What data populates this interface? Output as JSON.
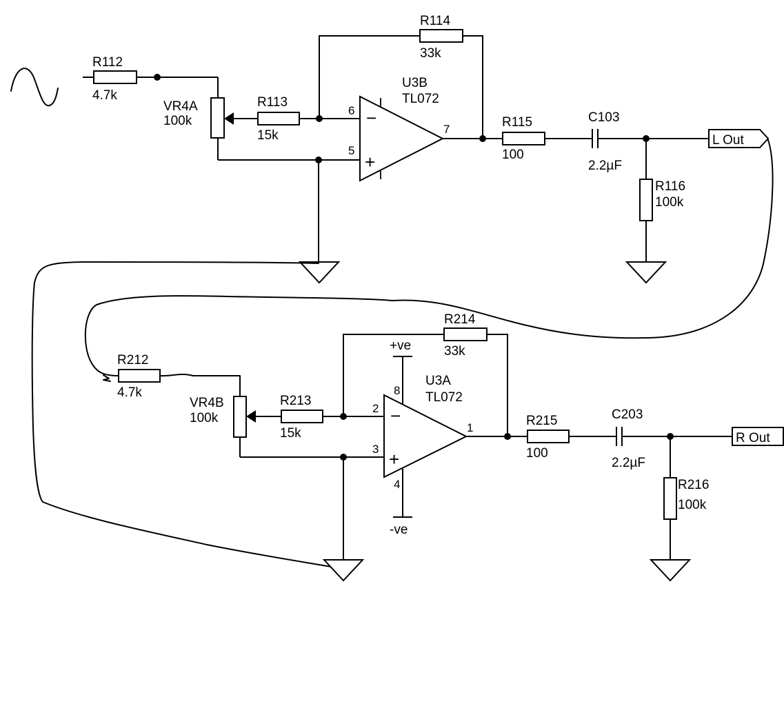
{
  "top_channel": {
    "r112": {
      "ref": "R112",
      "value": "4.7k"
    },
    "vr4a": {
      "ref": "VR4A",
      "value": "100k"
    },
    "r113": {
      "ref": "R113",
      "value": "15k"
    },
    "r114": {
      "ref": "R114",
      "value": "33k"
    },
    "u3b": {
      "ref": "U3B",
      "part": "TL072",
      "pin_inv": "6",
      "pin_noninv": "5",
      "pin_out": "7"
    },
    "r115": {
      "ref": "R115",
      "value": "100"
    },
    "c103": {
      "ref": "C103",
      "value": "2.2µF"
    },
    "r116": {
      "ref": "R116",
      "value": "100k"
    },
    "output": "L Out"
  },
  "bottom_channel": {
    "r212": {
      "ref": "R212",
      "value": "4.7k"
    },
    "vr4b": {
      "ref": "VR4B",
      "value": "100k"
    },
    "r213": {
      "ref": "R213",
      "value": "15k"
    },
    "r214": {
      "ref": "R214",
      "value": "33k"
    },
    "u3a": {
      "ref": "U3A",
      "part": "TL072",
      "pin_inv": "2",
      "pin_noninv": "3",
      "pin_out": "1",
      "pin_vpos": "8",
      "pin_vneg": "4"
    },
    "supply_pos": "+ve",
    "supply_neg": "-ve",
    "r215": {
      "ref": "R215",
      "value": "100"
    },
    "c203": {
      "ref": "C203",
      "value": "2.2µF"
    },
    "r216": {
      "ref": "R216",
      "value": "100k"
    },
    "output": "R Out"
  },
  "opamp_signs": {
    "minus": "−",
    "plus": "+"
  }
}
